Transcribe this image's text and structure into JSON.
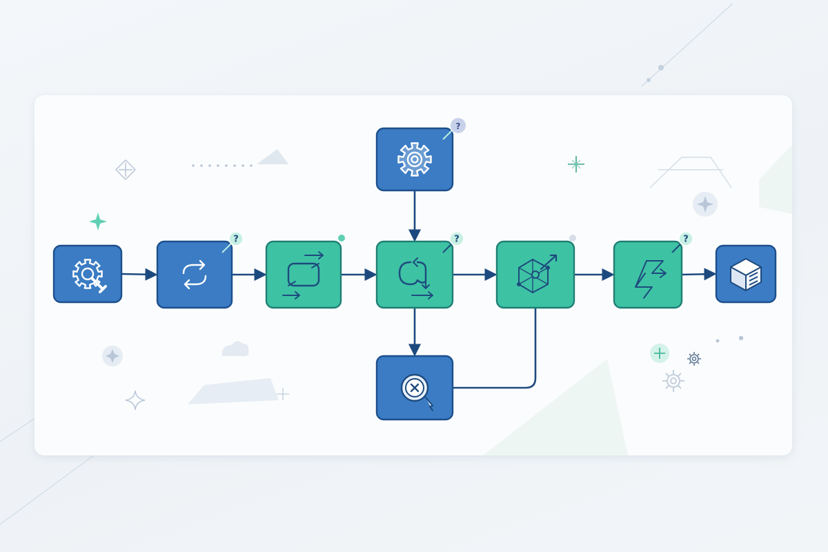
{
  "diagram": {
    "help_glyph": "?",
    "colors": {
      "blue_fill": "#3b7cc4",
      "blue_border": "#1d4f8c",
      "teal_fill": "#3ec2a4",
      "teal_border": "#1f7f74",
      "connector": "#1d4a7e",
      "icon_line": "#ffffff",
      "icon_dark": "#1d4a7e",
      "badge_fill": "#c7f0e4",
      "badge_text": "#1d4a7e"
    },
    "nodes": [
      {
        "id": "settings-tool",
        "kind": "blue",
        "icon": "gear-wrench-icon",
        "help": false
      },
      {
        "id": "sync",
        "kind": "blue",
        "icon": "refresh-icon",
        "help": true
      },
      {
        "id": "transfer",
        "kind": "teal",
        "icon": "exchange-arrows-icon",
        "help": false
      },
      {
        "id": "loop",
        "kind": "teal",
        "icon": "loop-arrow-icon",
        "help": true
      },
      {
        "id": "config",
        "kind": "blue",
        "icon": "gear-icon",
        "help": true
      },
      {
        "id": "review",
        "kind": "blue",
        "icon": "search-cancel-icon",
        "help": false
      },
      {
        "id": "network",
        "kind": "teal",
        "icon": "network-hex-icon",
        "help": false
      },
      {
        "id": "process",
        "kind": "teal",
        "icon": "lightning-icon",
        "help": true
      },
      {
        "id": "storage",
        "kind": "blue",
        "icon": "server-cube-icon",
        "help": false
      }
    ],
    "edges": [
      {
        "from": "settings-tool",
        "to": "sync"
      },
      {
        "from": "sync",
        "to": "transfer"
      },
      {
        "from": "transfer",
        "to": "loop"
      },
      {
        "from": "config",
        "to": "loop"
      },
      {
        "from": "loop",
        "to": "review"
      },
      {
        "from": "loop",
        "to": "network"
      },
      {
        "from": "network",
        "to": "process"
      },
      {
        "from": "process",
        "to": "storage"
      },
      {
        "from": "review",
        "to": "network"
      }
    ]
  }
}
